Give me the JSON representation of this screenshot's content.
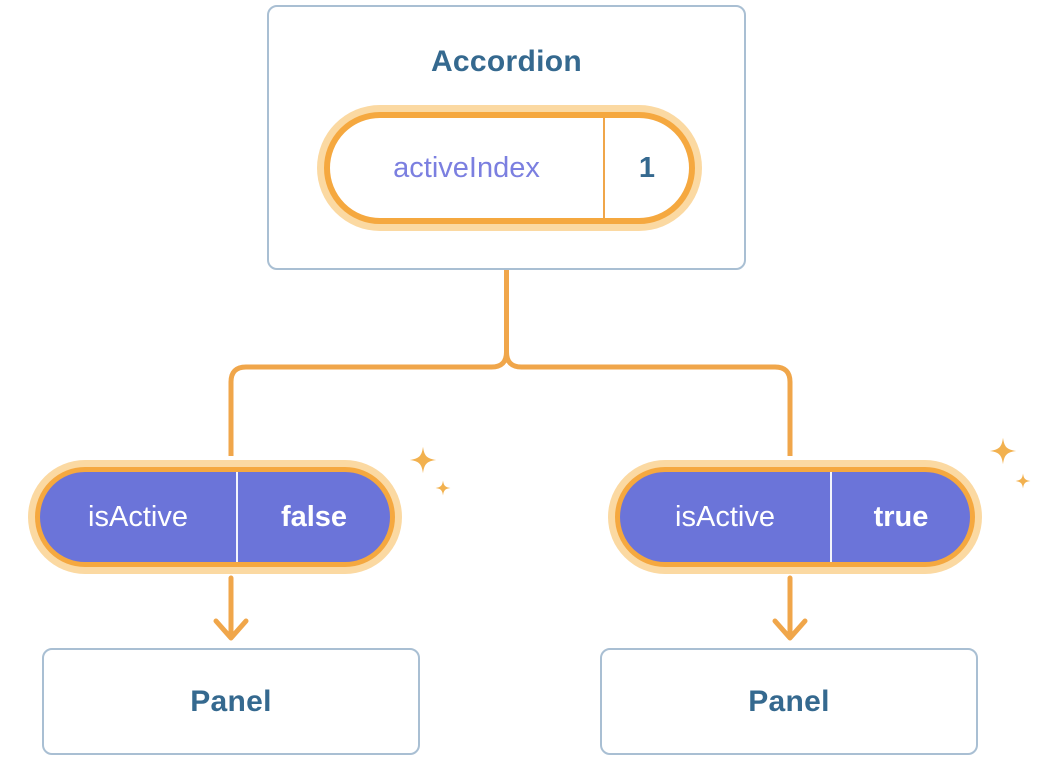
{
  "colors": {
    "card-border": "#a9bfd3",
    "blue-text": "#35698f",
    "purple-fill": "#6b74d9",
    "purple-text": "#7b7fe0",
    "orange": "#f0a64a",
    "pill-ring": "#f5a83f",
    "glow": "#fbd9a2",
    "sparkle": "#f2b14f",
    "bg": "#ffffff"
  },
  "accordion": {
    "title": "Accordion",
    "state_pill": {
      "label": "activeIndex",
      "value": "1"
    }
  },
  "children": [
    {
      "pill": {
        "label": "isActive",
        "value": "false"
      },
      "panel_title": "Panel"
    },
    {
      "pill": {
        "label": "isActive",
        "value": "true"
      },
      "panel_title": "Panel"
    }
  ]
}
